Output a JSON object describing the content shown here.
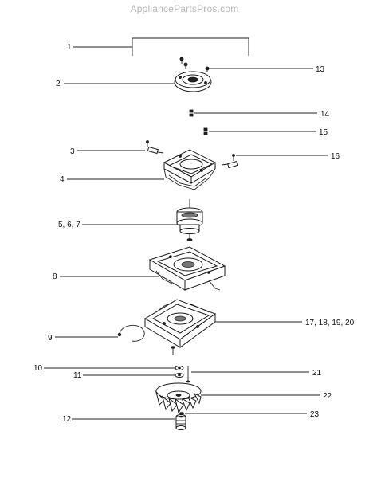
{
  "watermark": "AppliancePartsPros.com",
  "callouts": {
    "c1": "1",
    "c2": "2",
    "c13": "13",
    "c14": "14",
    "c15": "15",
    "c3": "3",
    "c16": "16",
    "c4": "4",
    "c567": "5, 6, 7",
    "c8": "8",
    "c17": "17, 18, 19, 20",
    "c9": "9",
    "c10": "10",
    "c11": "11",
    "c21": "21",
    "c22": "22",
    "c12": "12",
    "c23": "23"
  }
}
